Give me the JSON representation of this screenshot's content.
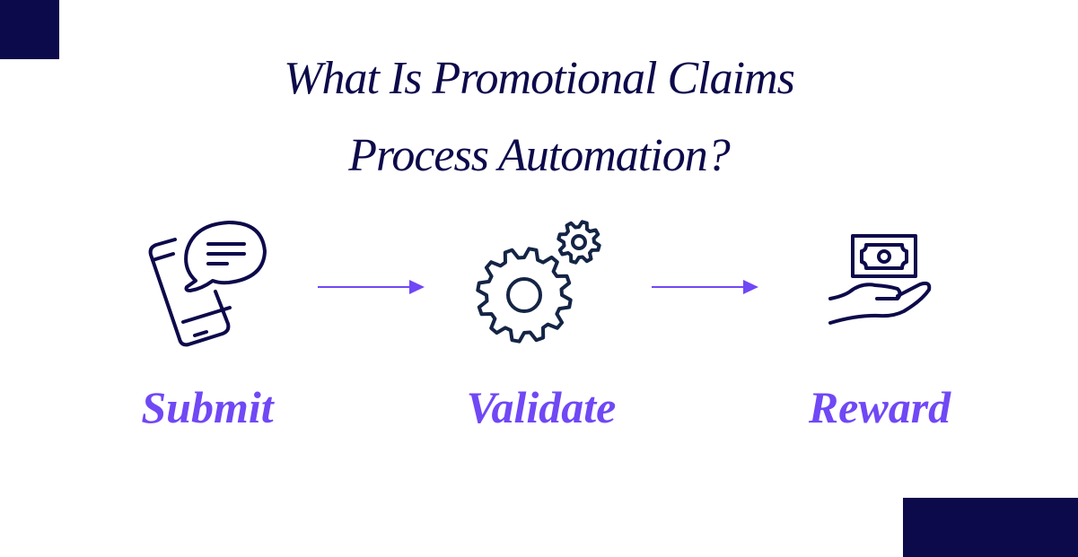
{
  "title": {
    "line1": "What Is Promotional Claims",
    "line2": "Process Automation?"
  },
  "steps": [
    {
      "label": "Submit",
      "icon": "phone-chat-icon"
    },
    {
      "label": "Validate",
      "icon": "gears-icon"
    },
    {
      "label": "Reward",
      "icon": "hand-money-icon"
    }
  ],
  "colors": {
    "navy": "#0d0a4b",
    "accent": "#7048f5"
  }
}
